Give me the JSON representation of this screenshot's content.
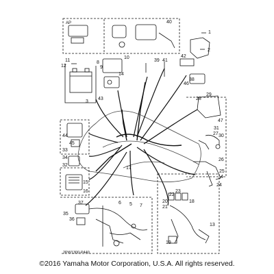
{
  "diagram": {
    "ap_label": "AP",
    "drawing_code": "2PW1300-P440",
    "callouts": [
      "1",
      "2",
      "3",
      "4",
      "5",
      "6",
      "7",
      "8",
      "9",
      "10",
      "11",
      "12",
      "13",
      "14",
      "15",
      "16",
      "17",
      "18",
      "19",
      "20",
      "21",
      "22",
      "23",
      "24",
      "25",
      "26",
      "27",
      "28",
      "29",
      "30",
      "31",
      "32",
      "33",
      "34",
      "35",
      "36",
      "37",
      "38",
      "39",
      "40",
      "41",
      "42",
      "43",
      "44",
      "45",
      "46",
      "47"
    ]
  },
  "footer": {
    "copyright": "©2016 Yamaha Motor Corporation, U.S.A. All rights reserved."
  }
}
